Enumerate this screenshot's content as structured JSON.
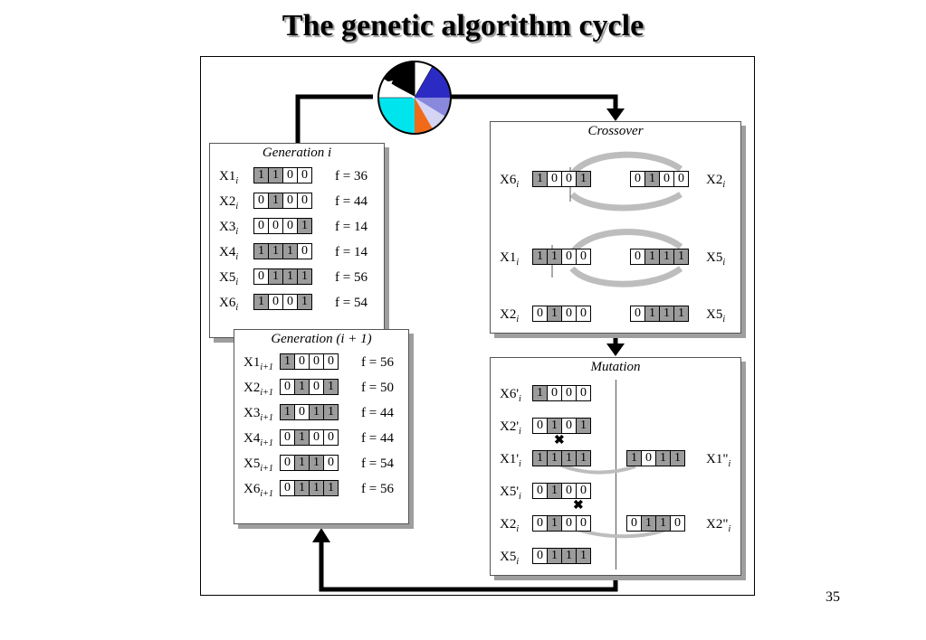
{
  "title": "The genetic algorithm cycle",
  "page_number": "35",
  "generation_i": {
    "title": "Generation i",
    "rows": [
      {
        "label": "X1",
        "sub": "i",
        "bits": [
          "1",
          "1",
          "0",
          "0"
        ],
        "gray": [
          1,
          1,
          0,
          0
        ],
        "fitness": "f = 36"
      },
      {
        "label": "X2",
        "sub": "i",
        "bits": [
          "0",
          "1",
          "0",
          "0"
        ],
        "gray": [
          0,
          1,
          0,
          0
        ],
        "fitness": "f = 44"
      },
      {
        "label": "X3",
        "sub": "i",
        "bits": [
          "0",
          "0",
          "0",
          "1"
        ],
        "gray": [
          0,
          0,
          0,
          1
        ],
        "fitness": "f = 14"
      },
      {
        "label": "X4",
        "sub": "i",
        "bits": [
          "1",
          "1",
          "1",
          "0"
        ],
        "gray": [
          1,
          1,
          1,
          0
        ],
        "fitness": "f = 14"
      },
      {
        "label": "X5",
        "sub": "i",
        "bits": [
          "0",
          "1",
          "1",
          "1"
        ],
        "gray": [
          0,
          1,
          1,
          1
        ],
        "fitness": "f = 56"
      },
      {
        "label": "X6",
        "sub": "i",
        "bits": [
          "1",
          "0",
          "0",
          "1"
        ],
        "gray": [
          1,
          0,
          0,
          1
        ],
        "fitness": "f = 54"
      }
    ]
  },
  "generation_next": {
    "title": "Generation (i + 1)",
    "rows": [
      {
        "label": "X1",
        "sub": "i+1",
        "bits": [
          "1",
          "0",
          "0",
          "0"
        ],
        "gray": [
          1,
          0,
          0,
          0
        ],
        "fitness": "f = 56"
      },
      {
        "label": "X2",
        "sub": "i+1",
        "bits": [
          "0",
          "1",
          "0",
          "1"
        ],
        "gray": [
          0,
          1,
          0,
          1
        ],
        "fitness": "f = 50"
      },
      {
        "label": "X3",
        "sub": "i+1",
        "bits": [
          "1",
          "0",
          "1",
          "1"
        ],
        "gray": [
          1,
          0,
          1,
          1
        ],
        "fitness": "f = 44"
      },
      {
        "label": "X4",
        "sub": "i+1",
        "bits": [
          "0",
          "1",
          "0",
          "0"
        ],
        "gray": [
          0,
          1,
          0,
          0
        ],
        "fitness": "f = 44"
      },
      {
        "label": "X5",
        "sub": "i+1",
        "bits": [
          "0",
          "1",
          "1",
          "0"
        ],
        "gray": [
          0,
          1,
          1,
          0
        ],
        "fitness": "f = 54"
      },
      {
        "label": "X6",
        "sub": "i+1",
        "bits": [
          "0",
          "1",
          "1",
          "1"
        ],
        "gray": [
          0,
          1,
          1,
          1
        ],
        "fitness": "f = 56"
      }
    ]
  },
  "crossover": {
    "title": "Crossover",
    "pair1": {
      "left_label": "X6",
      "left_sub": "i",
      "left_bits": [
        "1",
        "0",
        "0",
        "1"
      ],
      "right_label": "X2",
      "right_sub": "i",
      "right_bits": [
        "0",
        "1",
        "0",
        "0"
      ]
    },
    "pair2": {
      "left_label": "X1",
      "left_sub": "i",
      "left_bits": [
        "1",
        "1",
        "0",
        "0"
      ],
      "right_label": "X5",
      "right_sub": "i",
      "right_bits": [
        "0",
        "1",
        "1",
        "1"
      ]
    },
    "pair3": {
      "left_label": "X2",
      "left_sub": "i",
      "left_bits": [
        "0",
        "1",
        "0",
        "0"
      ],
      "right_label": "X5",
      "right_sub": "i",
      "right_bits": [
        "0",
        "1",
        "1",
        "1"
      ]
    }
  },
  "mutation": {
    "title": "Mutation",
    "rows": [
      {
        "label": "X6'",
        "sub": "i",
        "bits": [
          "1",
          "0",
          "0",
          "0"
        ],
        "gray": [
          1,
          0,
          0,
          0
        ]
      },
      {
        "label": "X2'",
        "sub": "i",
        "bits": [
          "0",
          "1",
          "0",
          "1"
        ],
        "gray": [
          0,
          1,
          0,
          1
        ]
      },
      {
        "label": "X1'",
        "sub": "i",
        "bits": [
          "1",
          "1",
          "1",
          "1"
        ],
        "gray": [
          1,
          1,
          1,
          1
        ],
        "mut_label": "X1\"",
        "mut_sub": "i",
        "mut_bits": [
          "1",
          "0",
          "1",
          "1"
        ],
        "mut_gray": [
          1,
          0,
          1,
          1
        ]
      },
      {
        "label": "X5'",
        "sub": "i",
        "bits": [
          "0",
          "1",
          "0",
          "0"
        ],
        "gray": [
          0,
          1,
          0,
          0
        ]
      },
      {
        "label": "X2",
        "sub": "i",
        "bits": [
          "0",
          "1",
          "0",
          "0"
        ],
        "gray": [
          0,
          1,
          0,
          0
        ],
        "mut_label": "X2\"",
        "mut_sub": "i",
        "mut_bits": [
          "0",
          "1",
          "1",
          "0"
        ],
        "mut_gray": [
          0,
          1,
          1,
          0
        ]
      },
      {
        "label": "X5",
        "sub": "i",
        "bits": [
          "0",
          "1",
          "1",
          "1"
        ],
        "gray": [
          0,
          1,
          1,
          1
        ]
      }
    ]
  }
}
